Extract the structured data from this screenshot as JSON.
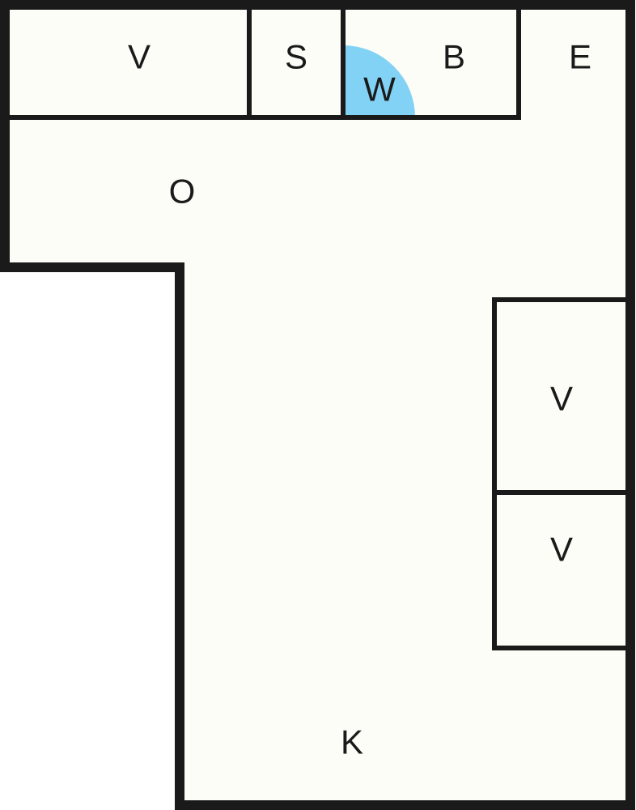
{
  "colors": {
    "floor": "#fdfdf7",
    "wall": "#1a1a1a",
    "door_swing": "#82d2f5"
  },
  "rooms": {
    "top_left_v": "V",
    "s": "S",
    "b": "B",
    "w": "W",
    "e": "E",
    "o": "O",
    "right_upper_v": "V",
    "right_lower_v": "V",
    "k": "K"
  }
}
